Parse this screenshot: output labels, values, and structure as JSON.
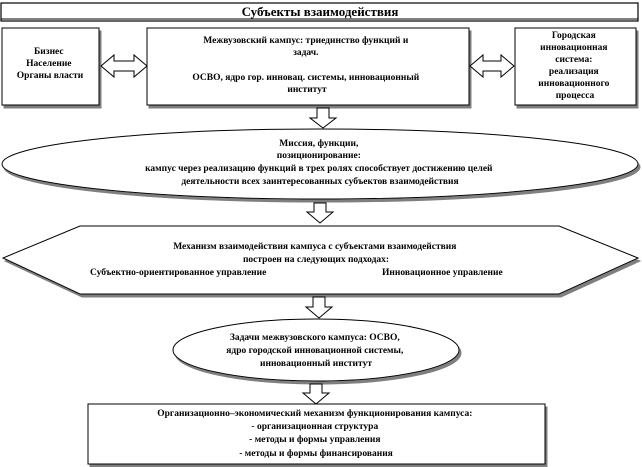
{
  "title": "Субъекты взаимодействия",
  "left_box": {
    "lines": [
      "Бизнес",
      "Население",
      "Органы власти"
    ]
  },
  "center_box": {
    "lines": [
      "Межвузовский кампус: триединство функций и",
      "задач.",
      "",
      "ОСВО, ядро гор. инновац. системы, инновационный",
      "институт"
    ]
  },
  "right_box": {
    "lines": [
      "Городская",
      "инновационная",
      "система:",
      "реализация",
      "инновационного",
      "процесса"
    ]
  },
  "mission_ellipse": {
    "lines": [
      "Миссия, функции,",
      "позиционирование:",
      "кампус через реализацию функций в трех ролях способствует достижению целей",
      "деятельности всех заинтересованных субъектов взаимодействия"
    ]
  },
  "hexagon": {
    "lines": [
      "Механизм взаимодействия кампуса с субъектами взаимодействия",
      "построен на следующих подходах:"
    ],
    "left_approach": "Субъектно-ориентированное управление",
    "right_approach": "Инновационное управление"
  },
  "tasks_ellipse": {
    "lines": [
      "Задачи межвузовского кампуса: ОСВО,",
      "ядро городской инновационной системы,",
      "инновационный институт"
    ]
  },
  "bottom_box": {
    "lines": [
      "Организационно–экономический механизм функционирования кампуса:",
      "- организационная структура",
      "- методы и формы управления",
      "- методы и формы финансирования"
    ]
  },
  "colors": {
    "stroke": "#000000",
    "background": "#ffffff",
    "shadow": "#7f7f7f"
  }
}
